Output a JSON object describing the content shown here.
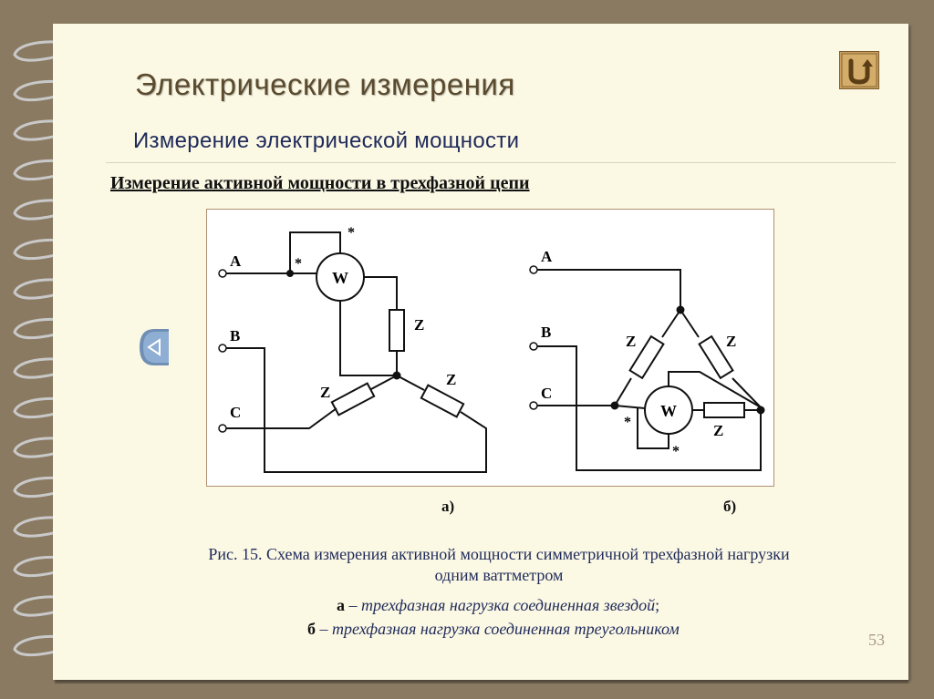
{
  "header": {
    "title": "Электрические  измерения",
    "subtitle": "Измерение  электрической  мощности"
  },
  "section_title": "Измерение активной  мощности в трехфазной цепи",
  "diagram": {
    "a": {
      "terminals": [
        "A",
        "B",
        "C"
      ],
      "meter": "W",
      "load": "Z",
      "star_marks": "*"
    },
    "b": {
      "terminals": [
        "A",
        "B",
        "C"
      ],
      "meter": "W",
      "load": "Z",
      "star_marks": "*"
    },
    "label_a": "а)",
    "label_b": "б)"
  },
  "caption": {
    "line1": "Рис. 15. Схема измерения активной мощности симметричной трехфазной нагрузки",
    "line2": "одним ваттметром",
    "a_key": "а",
    "a_text": " – трехфазная нагрузка соединенная звездой",
    "a_end": ";",
    "b_key": "б",
    "b_text": " – трехфазная нагрузка соединенная треугольником"
  },
  "page_number": "53",
  "icons": {
    "home": "return-arrow-icon",
    "prev": "triangle-left-icon"
  },
  "colors": {
    "accent": "#c7a061",
    "title": "#5a4a2e",
    "text_blue": "#1f2a5a"
  }
}
